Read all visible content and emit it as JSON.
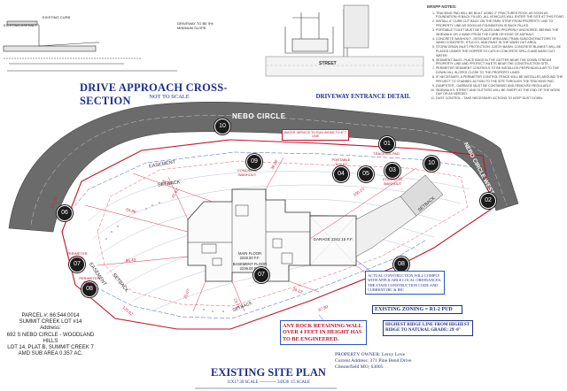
{
  "colors": {
    "title": "#1f2f8a",
    "property_line": "#c0122a",
    "road": "#6d6d6d",
    "accent": "#2b55c6"
  },
  "top_left_detail": {
    "labels": [
      "EXISTING CURB",
      "EXISTING ASPHALT",
      "DRIVEWAY TO BE 5% MINIMUM SLOPE"
    ]
  },
  "drive_approach": {
    "title": "DRIVE APPROACH CROSS-SECTION",
    "subtitle": "NOT TO SCALE"
  },
  "driveway_entrance": {
    "title": "DRIVEWAY ENTRANCE DETAIL",
    "street_label": "STREET"
  },
  "notes": {
    "header": "ERSPP NOTES:",
    "items": [
      "TRACKING PAD WILL BE BUILT USING 2\" FRACTURED ROCK AS SOON AS FOUNDATION IS BACK FILLED. ALL VEHICLES WILL ENTER THE SITE AT THIS POINT.",
      "INSTALL 6\" CURB CUT BACK ON THE PARK STRIP FROM PROPERTY LINE TO PROPERTY LINE AS SOON AS FOUNDATION IS BACK FILLED.",
      "PORTABLE TOILET MUST BE PLACED AND PROPERLY ANCHORED, BEHIND THE SIDEWALK OR 4' AWAY FROM THE CURB OR EDGE OF ASPHALT.",
      "CONCRETE WASHOUT - DESIGNATE AREA AND TRAIN SUBCONTRACTORS TO WASH CONCRETE, STUCCO, AND PAINT IN THE WASH OUT AREA.",
      "STORM DRAIN INLET PROTECTION: CATCH BASIN, CONCRETE BLANKET WILL BE PLACED UNDER THE HOPPER TO CATCH CONCRETE SPILLS AND WASH OUT WATER.",
      "SEDIMENT BAGS, PLACE BAGS IN THE GUTTER NEAR THE DOWN STREAM PROPERTY LINE AND PROTECT INLETS NEAR THE CONSTRUCTION SITE.",
      "PERIMETER SEDIMENT CONTROLS TO BE INSTALLED PERPENDICULAR TO THE DOWN HILL SLOPES CLOSE TO THE PROPERTY LINES.",
      "IF NECESSARY, A PERIMETER CONTROL FENCE WILL BE INSTALLED AROUND THE PROJECT TO CHANNEL ACTION TO THE SITE THROUGH THE TRACKING PAD.",
      "DUMPSTER - GARBAGE MUST BE CONTAINED AND REMOVED REGULARLY.",
      "SIDEWALKS, STREET AND GUTTERS WILL BE SWEPT AT THE END OF THE WORK DAY OR AS NEEDED.",
      "DUST CONTROL - TAKE NECESSARY ACTIONS TO KEEP DUST DOWN."
    ]
  },
  "site": {
    "road_name": "NEBO CIRCLE",
    "road_west_name": "NEBO CIRCLE WEST",
    "water_service_note": "WATER SERVICE TO RUN INSIDE TO 8\" T LINE",
    "easement_label": "EASEMENT",
    "setback_label": "SETBACK",
    "main_floor": "MAIN FLOOR 2246.00 F.F.",
    "basement_floor": "BASEMENT FLOOR 2236.00 F.F.",
    "garage": "GARAGE 2242.15 F.F.",
    "tags": [
      {
        "num": "10",
        "label": ""
      },
      {
        "num": "01",
        "label": "TRACKING PAD"
      },
      {
        "num": "10",
        "label": ""
      },
      {
        "num": "02",
        "label": ""
      },
      {
        "num": "06",
        "label": ""
      },
      {
        "num": "09",
        "label": "CONCRETE WASHOUT"
      },
      {
        "num": "04",
        "label": "PORTABLE TOILET"
      },
      {
        "num": "05",
        "label": ""
      },
      {
        "num": "03",
        "label": "CONCRETE WASHOUT"
      },
      {
        "num": "07",
        "label": "PERIMETER FENCE"
      },
      {
        "num": "08",
        "label": "PERIMETER FENCE"
      },
      {
        "num": "07",
        "label": ""
      },
      {
        "num": "08",
        "label": ""
      }
    ]
  },
  "construction_note": "ACTUAL CONSTRUCTION WILL COMPLY WITH APPLICABLE LOCAL ORDINANCES, THE STATE CONSTRUCTION CODE AND CURRENT IRC & IBC",
  "zoning": "EXISTING ZONING = R1-2 PUD",
  "retaining_wall_note": "ANY ROCK RETAINING WALL OVER 4 FEET IN HEIGHT HAS TO BE ENGINEERED.",
  "ridge_note": "HIGHEST RIDGE LINE FROM HIGHEST RIDGE TO NATURAL GRADE: 29'-0\"",
  "owner": {
    "line1": "PROPERTY OWNER: Leroy Love",
    "line2": "Current Address: 371 Pine Bend Drive",
    "line3": "Chesterfield MO, 63005"
  },
  "parcel": {
    "line1": "PARCEL #: 66:544:0014",
    "line2": "SUMMIT CREEK LOT #14",
    "line3": "Address:",
    "line4": "692 S NEBO CIRCLE - WOODLAND HILLS",
    "line5": "LOT 14, PLAT B, SUMMIT CREEK 7",
    "line6": "AMD SUB AREA 0.357 AC."
  },
  "site_plan": {
    "title": "EXISTING SITE PLAN",
    "scale": "11X17:30 SCALE ------------ 24X36 :15 SCALE"
  }
}
